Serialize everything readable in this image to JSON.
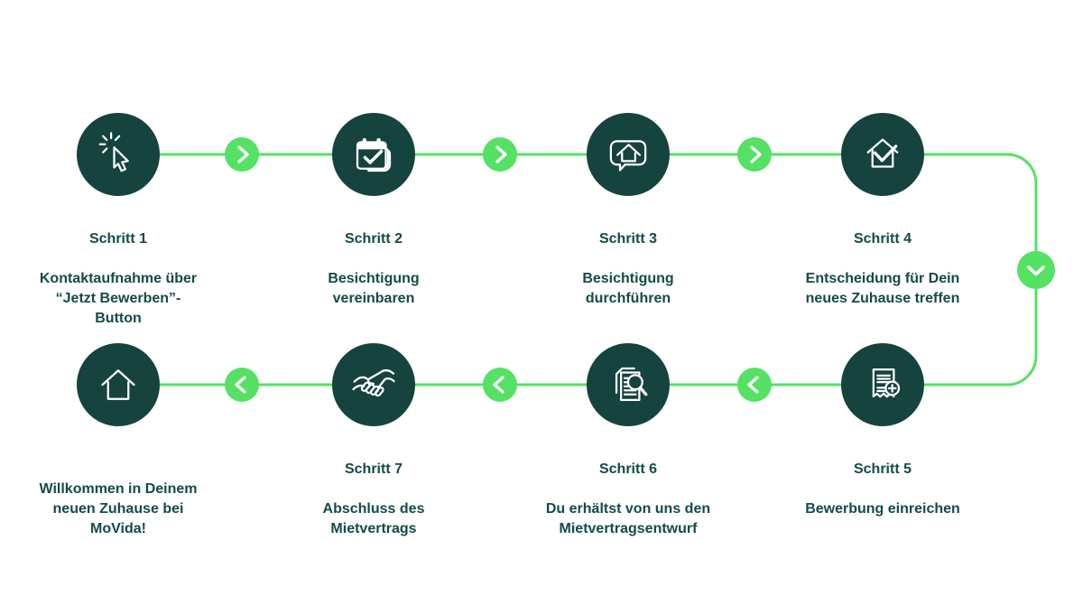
{
  "palette": {
    "background": "#FFFFFF",
    "circle_dark_teal": "#15433E",
    "accent_green": "#54E164",
    "text_teal": "#124C46",
    "icon_stroke": "#FFFFFF"
  },
  "steps": [
    {
      "title": "Schritt 1",
      "description": "Kontaktaufnahme über\n“Jetzt Bewerben”-\nButton",
      "icon": "cursor-click-icon"
    },
    {
      "title": "Schritt 2",
      "description": "Besichtigung\nvereinbaren",
      "icon": "calendar-check-icon"
    },
    {
      "title": "Schritt 3",
      "description": "Besichtigung\ndurchführen",
      "icon": "house-speech-bubble-icon"
    },
    {
      "title": "Schritt 4",
      "description": "Entscheidung für Dein\nneues Zuhause treffen",
      "icon": "house-check-icon"
    },
    {
      "title": "Schritt 5",
      "description": "Bewerbung einreichen",
      "icon": "document-add-icon"
    },
    {
      "title": "Schritt 6",
      "description": "Du erhältst von uns den\nMietvertragsentwurf",
      "icon": "document-magnifier-icon"
    },
    {
      "title": "Schritt 7",
      "description": "Abschluss des\nMietvertrags",
      "icon": "handshake-icon"
    },
    {
      "title": "",
      "description": "Willkommen in Deinem\nneuen Zuhause bei\nMoVida!",
      "icon": "house-icon"
    }
  ],
  "connectors": [
    {
      "icon": "chevron-right-icon"
    },
    {
      "icon": "chevron-right-icon"
    },
    {
      "icon": "chevron-right-icon"
    },
    {
      "icon": "chevron-down-icon"
    },
    {
      "icon": "chevron-left-icon"
    },
    {
      "icon": "chevron-left-icon"
    },
    {
      "icon": "chevron-left-icon"
    }
  ]
}
